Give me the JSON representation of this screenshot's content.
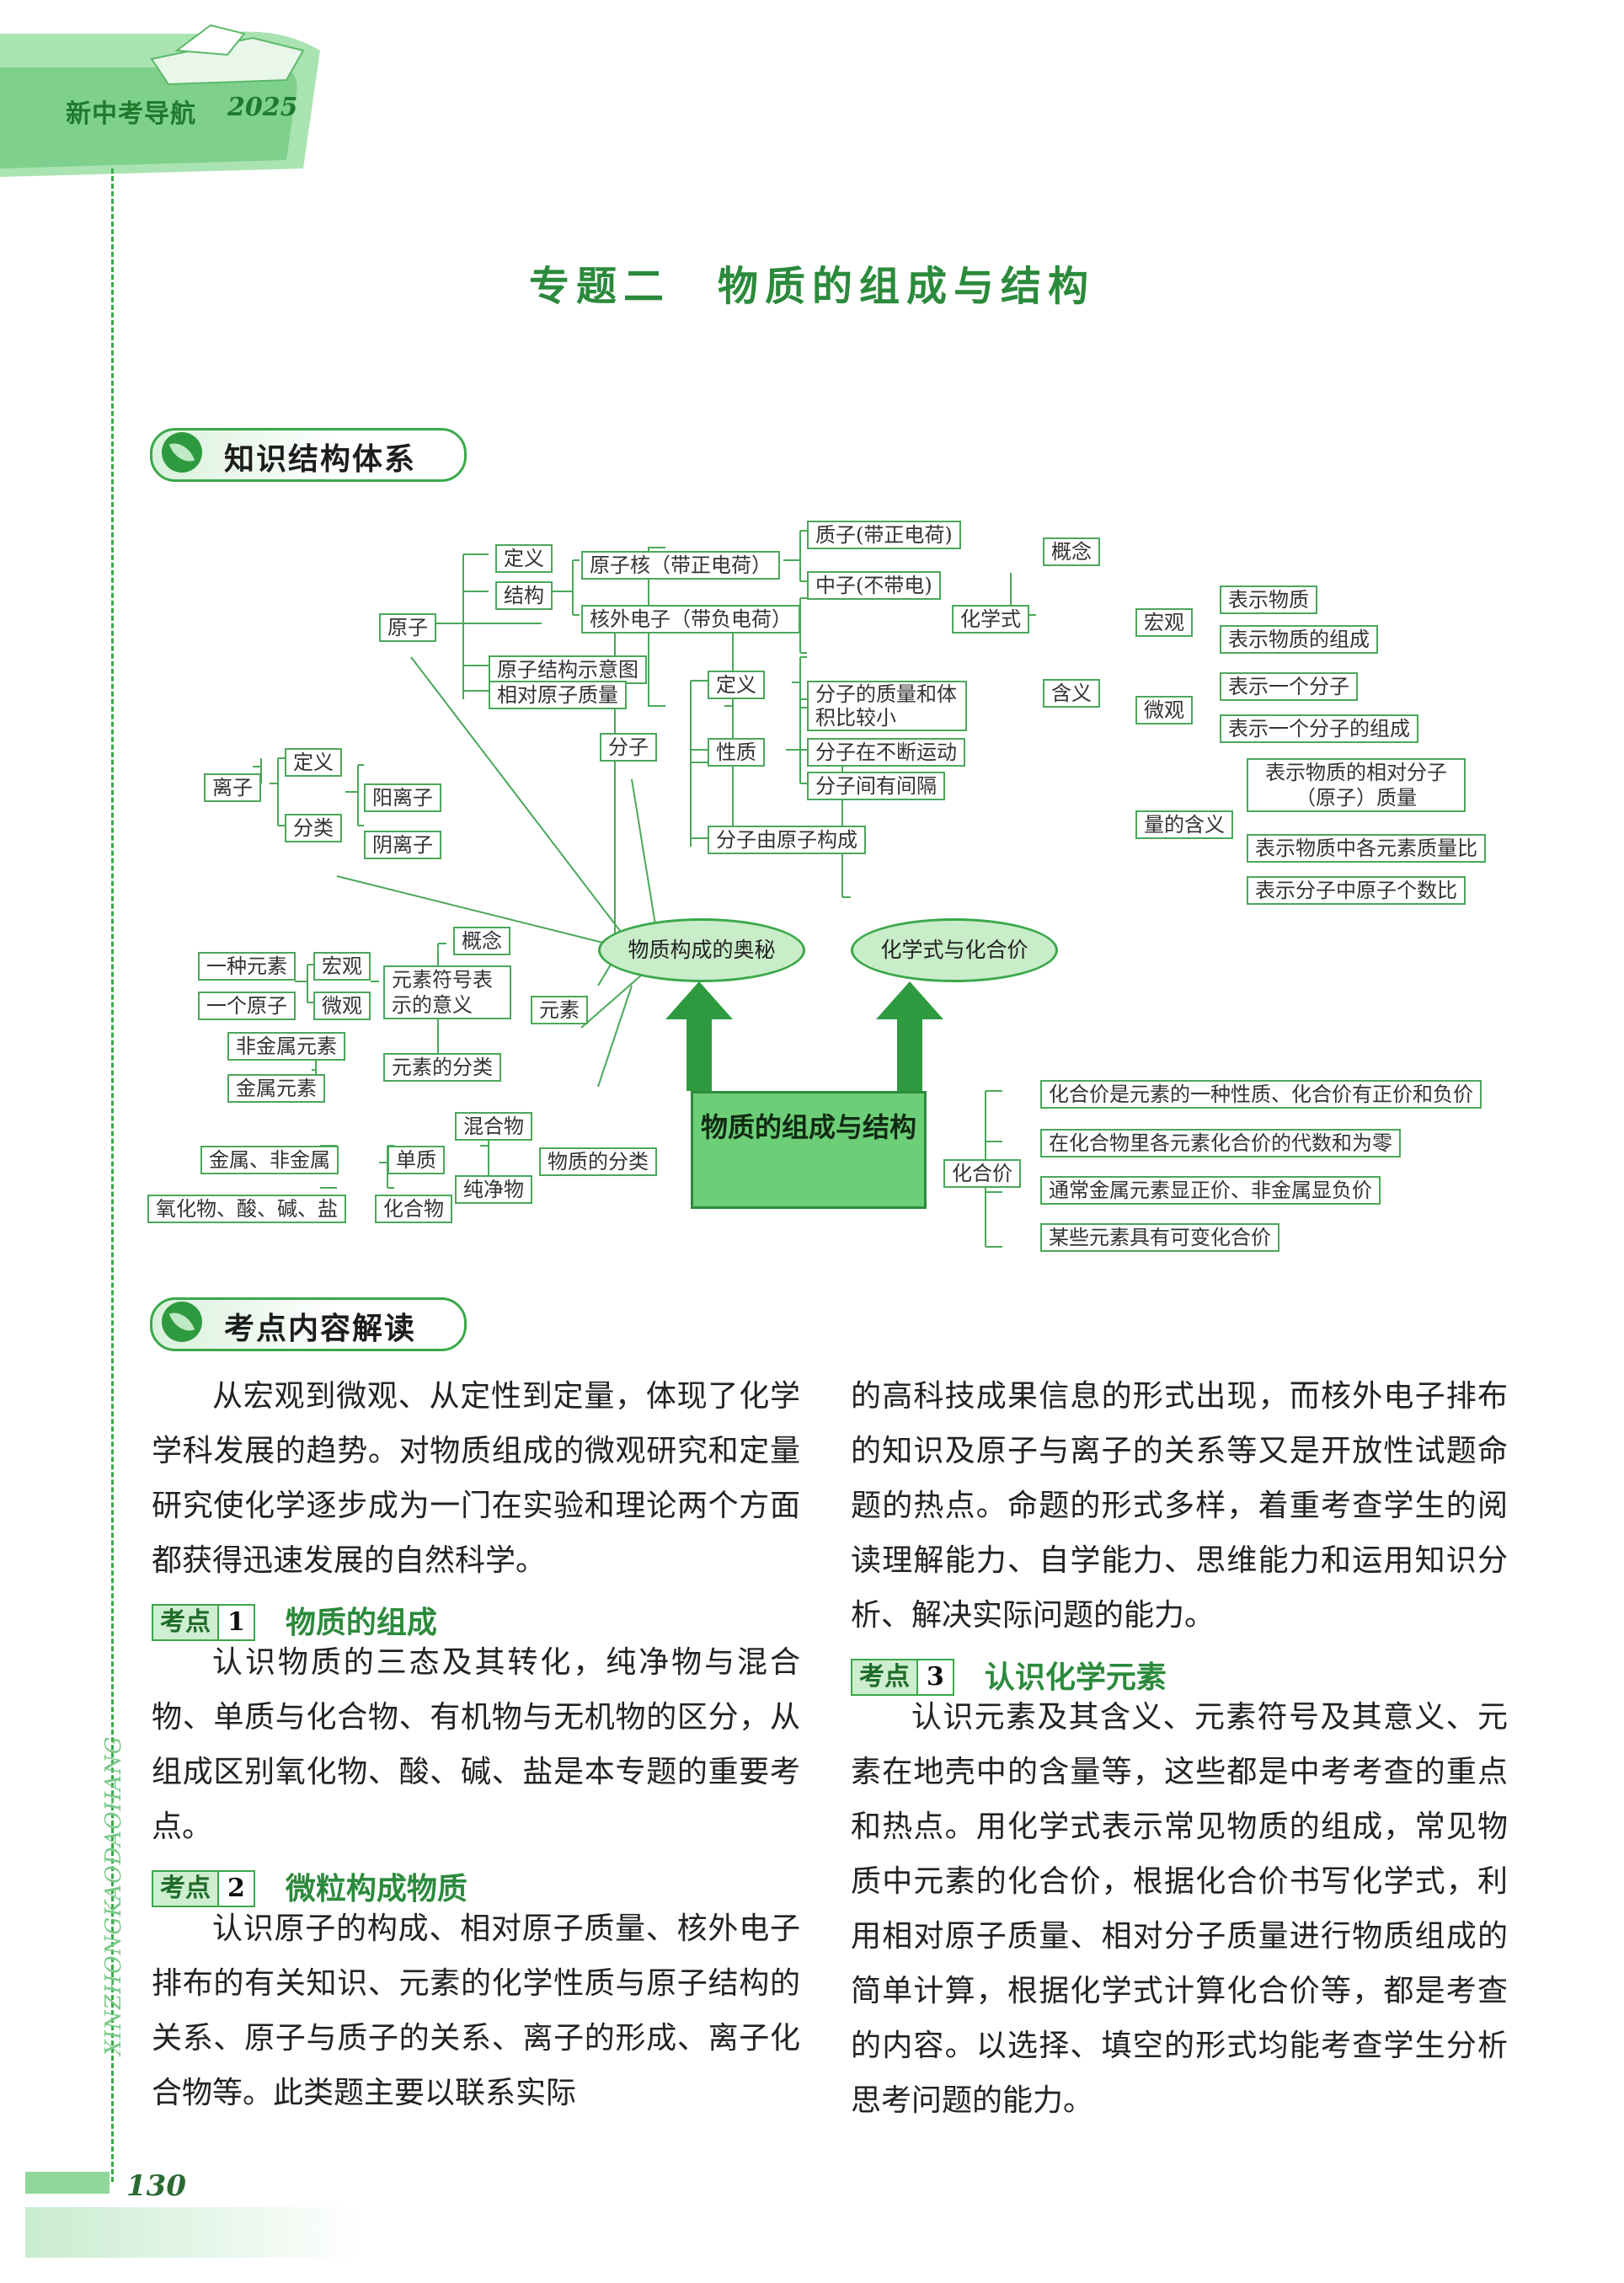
{
  "header": {
    "brand": "新中考导航",
    "year": "2025"
  },
  "side_text": "XINZHONGKAODAOHANG",
  "title": "专题二　物质的组成与结构",
  "sections": {
    "s1": "知识结构体系",
    "s2": "考点内容解读"
  },
  "mindmap": {
    "center": "物质的组成与结构",
    "oval_left": "物质构成的奥秘",
    "oval_right": "化学式与化合价",
    "atom": {
      "label": "原子",
      "def": "定义",
      "struct": "结构",
      "nucleus": "原子核（带正电荷）",
      "proton": "质子(带正电荷)",
      "neutron": "中子(不带电)",
      "electron": "核外电子（带负电荷）",
      "diagram": "原子结构示意图",
      "mass": "相对原子质量"
    },
    "molecule": {
      "label": "分子",
      "def": "定义",
      "prop": "性质",
      "p1": "分子的质量和体积比较小",
      "p2": "分子在不断运动",
      "p3": "分子间有间隔",
      "made": "分子由原子构成"
    },
    "ion": {
      "label": "离子",
      "def": "定义",
      "cls": "分类",
      "cation": "阳离子",
      "anion": "阴离子"
    },
    "element": {
      "label": "元素",
      "concept": "概念",
      "meaning": "元素符号表示的意义",
      "macro": "宏观",
      "micro": "微观",
      "one_el": "一种元素",
      "one_atom": "一个原子",
      "cls": "元素的分类",
      "nonmetal": "非金属元素",
      "metal": "金属元素"
    },
    "matter": {
      "label": "物质的分类",
      "mix": "混合物",
      "pure": "纯净物",
      "simple": "单质",
      "compound": "化合物",
      "simple_items": "金属、非金属",
      "compound_items": "氧化物、酸、碱、盐"
    },
    "formula": {
      "label": "化学式",
      "concept": "概念",
      "meaning": "含义",
      "macro": "宏观",
      "micro": "微观",
      "qty": "量的含义",
      "m1": "表示物质",
      "m2": "表示物质的组成",
      "u1": "表示一个分子",
      "u2": "表示一个分子的组成",
      "q1": "表示物质的相对分子（原子）质量",
      "q2": "表示物质中各元素质量比",
      "q3": "表示分子中原子个数比"
    },
    "valence": {
      "label": "化合价",
      "v1": "化合价是元素的一种性质、化合价有正价和负价",
      "v2": "在化合物里各元素化合价的代数和为零",
      "v3": "通常金属元素显正价、非金属显负价",
      "v4": "某些元素具有可变化合价"
    }
  },
  "left_col": {
    "intro": "从宏观到微观、从定性到定量，体现了化学学科发展的趋势。对物质组成的微观研究和定量研究使化学逐步成为一门在实验和理论两个方面都获得迅速发展的自然科学。",
    "kp1": {
      "tag": "考点",
      "num": "1",
      "title": "物质的组成"
    },
    "kp1_text": "认识物质的三态及其转化，纯净物与混合物、单质与化合物、有机物与无机物的区分，从组成区别氧化物、酸、碱、盐是本专题的重要考点。",
    "kp2": {
      "tag": "考点",
      "num": "2",
      "title": "微粒构成物质"
    },
    "kp2_text": "认识原子的构成、相对原子质量、核外电子排布的有关知识、元素的化学性质与原子结构的关系、原子与质子的关系、离子的形成、离子化合物等。此类题主要以联系实际"
  },
  "right_col": {
    "cont": "的高科技成果信息的形式出现，而核外电子排布的知识及原子与离子的关系等又是开放性试题命题的热点。命题的形式多样，着重考查学生的阅读理解能力、自学能力、思维能力和运用知识分析、解决实际问题的能力。",
    "kp3": {
      "tag": "考点",
      "num": "3",
      "title": "认识化学元素"
    },
    "kp3_text": "认识元素及其含义、元素符号及其意义、元素在地壳中的含量等，这些都是中考考查的重点和热点。用化学式表示常见物质的组成，常见物质中元素的化合价，根据化合价书写化学式，利用相对原子质量、相对分子质量进行物质组成的简单计算，根据化学式计算化合价等，都是考查的内容。以选择、填空的形式均能考查学生分析思考问题的能力。"
  },
  "page_number": "130"
}
